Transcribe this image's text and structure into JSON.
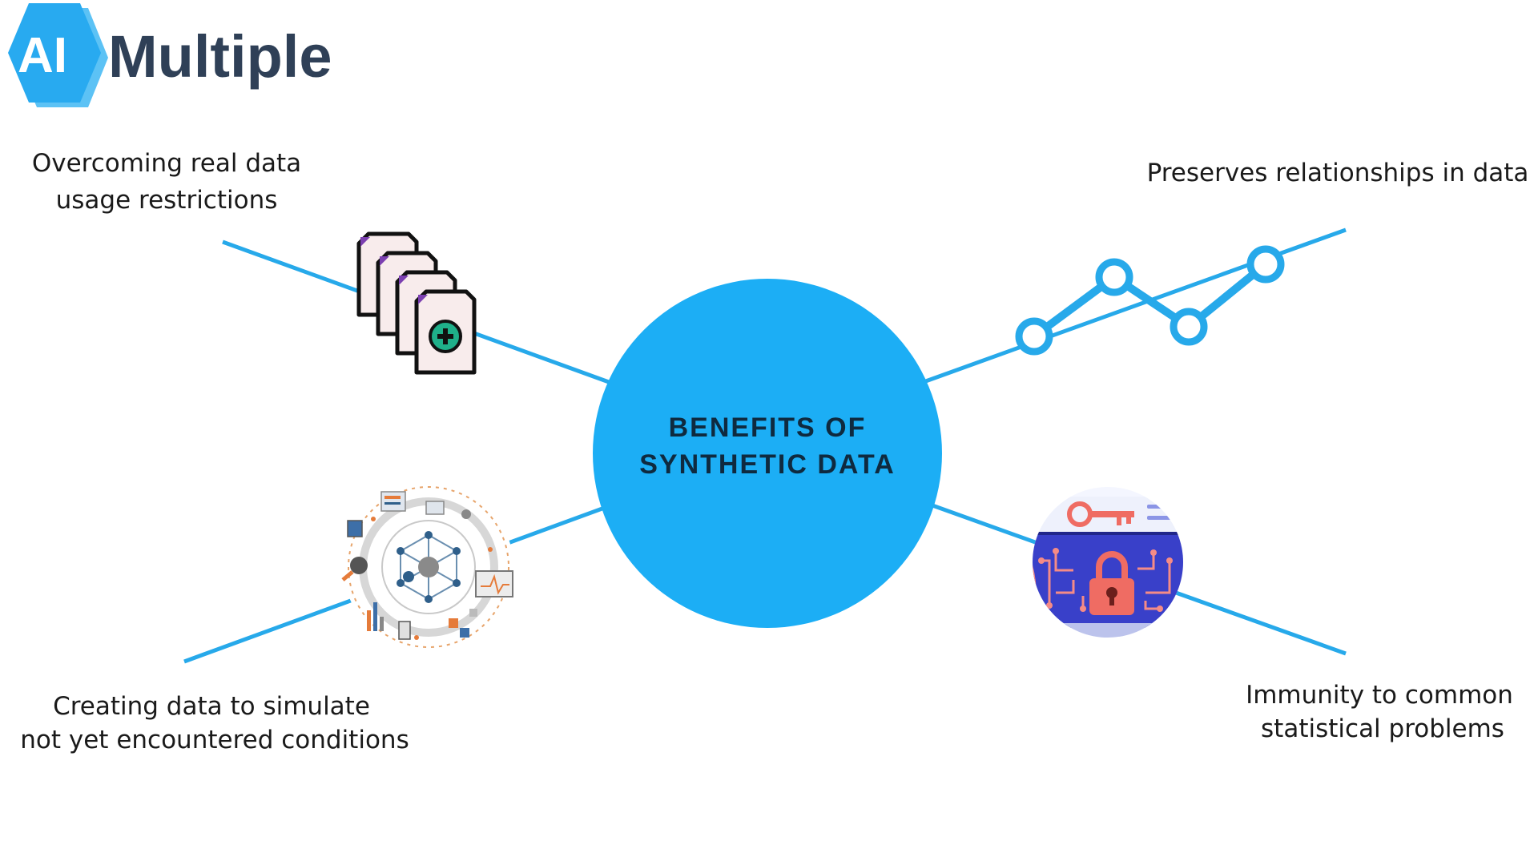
{
  "logo": {
    "prefix": "AI",
    "name": "Multiple"
  },
  "hub": {
    "line1": "BENEFITS OF",
    "line2": "SYNTHETIC DATA"
  },
  "benefits": {
    "top_left": {
      "line1": "Overcoming real data",
      "line2": "usage restrictions",
      "icon": "documents-add-icon"
    },
    "top_right": {
      "line1": "Preserves relationships in data",
      "icon": "line-chart-icon"
    },
    "bottom_left": {
      "line1": "Creating data to simulate",
      "line2": "not yet encountered conditions",
      "icon": "data-network-icon"
    },
    "bottom_right": {
      "line1": "Immunity to common",
      "line2": "statistical problems",
      "icon": "security-lock-icon"
    }
  },
  "colors": {
    "accent": "#27a9ea",
    "hub_fill": "#1caef5",
    "hub_text": "#0f2a3f",
    "logo_badge": "#28aaf0",
    "logo_text": "#2f4057"
  }
}
